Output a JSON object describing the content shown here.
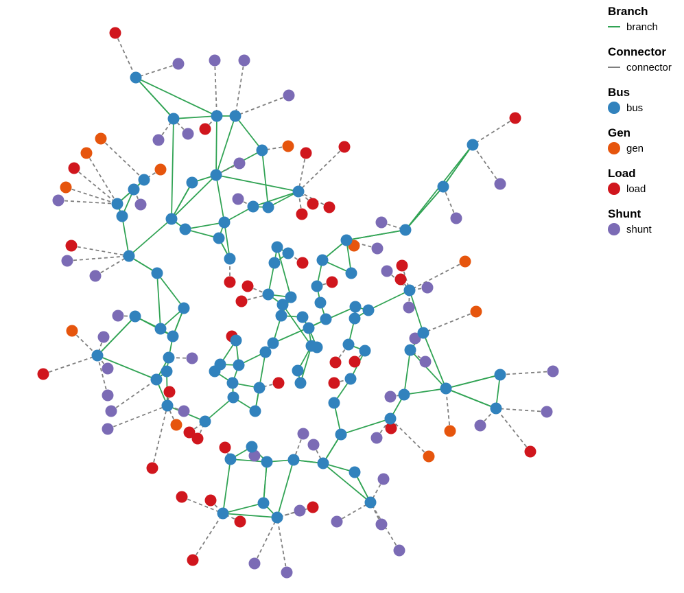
{
  "legend": {
    "groups": [
      {
        "title": "Branch",
        "label": "branch",
        "kind": "line",
        "color": "#31a354"
      },
      {
        "title": "Connector",
        "label": "connector",
        "kind": "line",
        "color": "#7f7f7f"
      },
      {
        "title": "Bus",
        "label": "bus",
        "kind": "dot",
        "color": "#3182bd"
      },
      {
        "title": "Gen",
        "label": "gen",
        "kind": "dot",
        "color": "#e6550d"
      },
      {
        "title": "Load",
        "label": "load",
        "kind": "dot",
        "color": "#d0161d"
      },
      {
        "title": "Shunt",
        "label": "shunt",
        "kind": "dot",
        "color": "#7b6bb5"
      }
    ]
  },
  "colors": {
    "branch": "#31a354",
    "connector": "#7f7f7f",
    "bus": "#3182bd",
    "gen": "#e6550d",
    "load": "#d0161d",
    "shunt": "#7b6bb5"
  }
}
